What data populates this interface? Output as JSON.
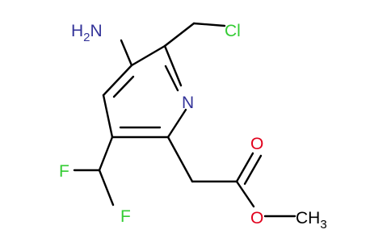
{
  "molecule": {
    "atom_labels": {
      "amine": "H2N",
      "chloro": "Cl",
      "ring_nitrogen": "N",
      "fluorine_top": "F",
      "fluorine_bottom": "F",
      "carbonyl_oxygen": "O",
      "ester_oxygen": "O",
      "methyl": "CH3"
    },
    "colors": {
      "bond": "#000000",
      "nitrogen": "#333399",
      "chlorine": "#33cc33",
      "fluorine": "#33cc33",
      "oxygen": "#e1001c",
      "carbon_label": "#000000"
    }
  }
}
